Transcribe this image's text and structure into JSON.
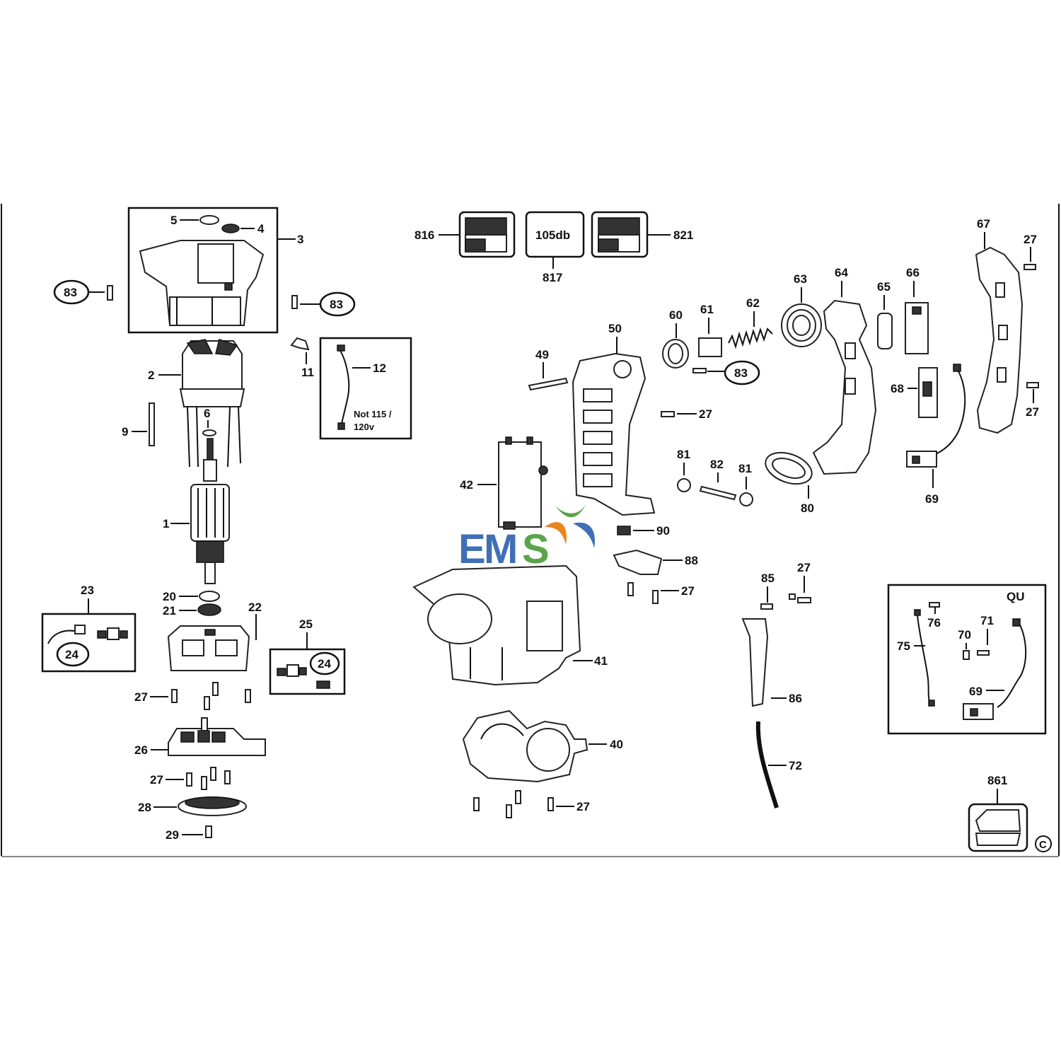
{
  "watermark": {
    "text_e": "E",
    "text_m": "M",
    "text_s": "S",
    "colors": {
      "e": "#3f6fb6",
      "m": "#3f6fb6",
      "s": "#5aa54a",
      "leaf_green": "#5aa54a",
      "leaf_orange": "#e8861f",
      "leaf_blue": "#3f6fb6"
    }
  },
  "labels": {
    "p1": "1",
    "p2": "2",
    "p3": "3",
    "p4": "4",
    "p5": "5",
    "p6": "6",
    "p9": "9",
    "p11": "11",
    "p12": "12",
    "p20": "20",
    "p21": "21",
    "p22": "22",
    "p23": "23",
    "p24a": "24",
    "p24b": "24",
    "p25": "25",
    "p26": "26",
    "p27a": "27",
    "p27b": "27",
    "p27c": "27",
    "p27d": "27",
    "p27e": "27",
    "p27f": "27",
    "p27g": "27",
    "p27h": "27",
    "p28": "28",
    "p29": "29",
    "p40": "40",
    "p41": "41",
    "p42": "42",
    "p49": "49",
    "p50": "50",
    "p60": "60",
    "p61": "61",
    "p62": "62",
    "p63": "63",
    "p64": "64",
    "p65": "65",
    "p66": "66",
    "p67": "67",
    "p68": "68",
    "p69a": "69",
    "p69b": "69",
    "p70": "70",
    "p71": "71",
    "p72": "72",
    "p75": "75",
    "p76": "76",
    "p80": "80",
    "p81a": "81",
    "p81b": "81",
    "p82": "82",
    "p83a": "83",
    "p83b": "83",
    "p83c": "83",
    "p85": "85",
    "p86": "86",
    "p88": "88",
    "p90": "90",
    "p816": "816",
    "p817": "817",
    "p821": "821",
    "p861": "861"
  },
  "notes": {
    "not115_line1": "Not 115 /",
    "not115_line2": "120v",
    "db": "105db",
    "qu": "QU",
    "copyright": "©"
  }
}
